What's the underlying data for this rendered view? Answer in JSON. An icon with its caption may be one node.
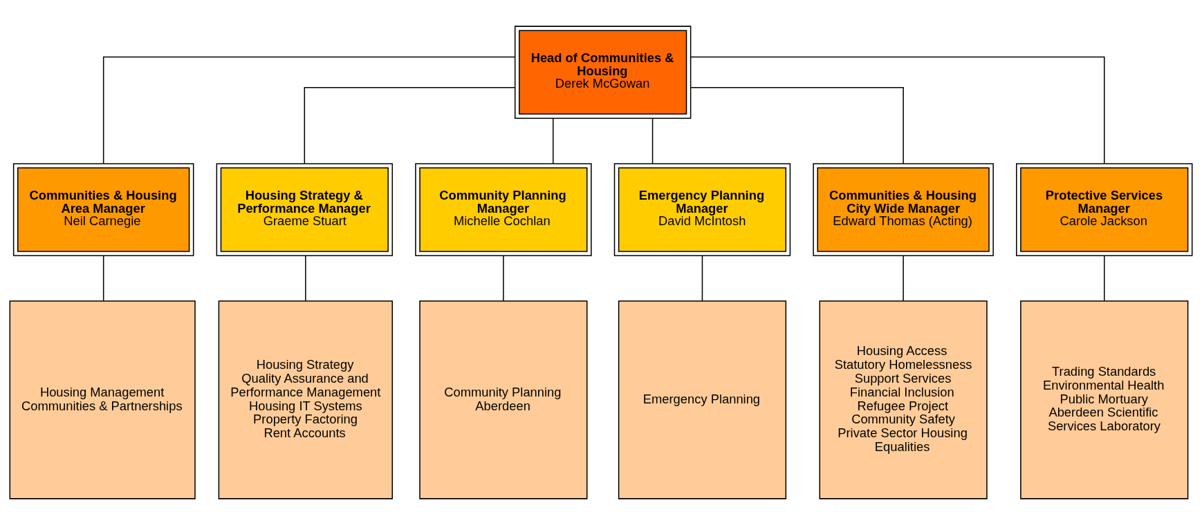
{
  "diagram": {
    "nodes": [
      {
        "text": [
          "Head of Communities & Housing",
          "Derek McGowan"
        ]
      },
      {
        "text": [
          "Communities & Housing Area Manager",
          "Neil Carnegie"
        ]
      },
      {
        "text": [
          "Housing Strategy & Performance Manager",
          "Graeme Stuart"
        ]
      },
      {
        "text": [
          "Community Planning Manager",
          "Michelle Cochlan"
        ]
      },
      {
        "text": [
          "Emergency Planning Manager",
          "David McIntosh"
        ]
      },
      {
        "text": [
          "Communities & Housing City Wide Manager",
          "Edward Thomas (Acting)"
        ]
      },
      {
        "text": [
          "Protective Services Manager",
          "Carole Jackson"
        ]
      },
      {
        "text": [
          "Housing Management",
          "Communities & Partnerships"
        ]
      },
      {
        "text": [
          "Housing Strategy",
          "Quality Assurance and Performance Management",
          "Housing IT Systems",
          "Property Factoring",
          "Rent Accounts"
        ]
      },
      {
        "text": [
          "Community Planning Aberdeen"
        ]
      },
      {
        "text": [
          "Emergency Planning"
        ]
      },
      {
        "text": [
          "Housing Access",
          "Statutory Homelessness",
          "Support Services",
          "Financial Inclusion",
          "Refugee Project",
          "Community Safety",
          "Private Sector Housing",
          "Equalities"
        ]
      },
      {
        "text": [
          "Trading Standards",
          "Environmental Health",
          "Public Mortuary",
          "Aberdeen Scientific Services Laboratory"
        ]
      }
    ],
    "edges": [
      {
        "from": 0,
        "to": 1,
        "arrow": "none"
      },
      {
        "from": 0,
        "to": 2,
        "arrow": "none"
      },
      {
        "from": 0,
        "to": 3,
        "arrow": "none"
      },
      {
        "from": 0,
        "to": 4,
        "arrow": "none"
      },
      {
        "from": 0,
        "to": 5,
        "arrow": "none"
      },
      {
        "from": 0,
        "to": 6,
        "arrow": "none"
      },
      {
        "from": 1,
        "to": 7,
        "arrow": "none"
      },
      {
        "from": 2,
        "to": 8,
        "arrow": "none"
      },
      {
        "from": 3,
        "to": 9,
        "arrow": "none"
      },
      {
        "from": 4,
        "to": 10,
        "arrow": "none"
      },
      {
        "from": 5,
        "to": 11,
        "arrow": "none"
      },
      {
        "from": 6,
        "to": 12,
        "arrow": "none"
      }
    ]
  }
}
